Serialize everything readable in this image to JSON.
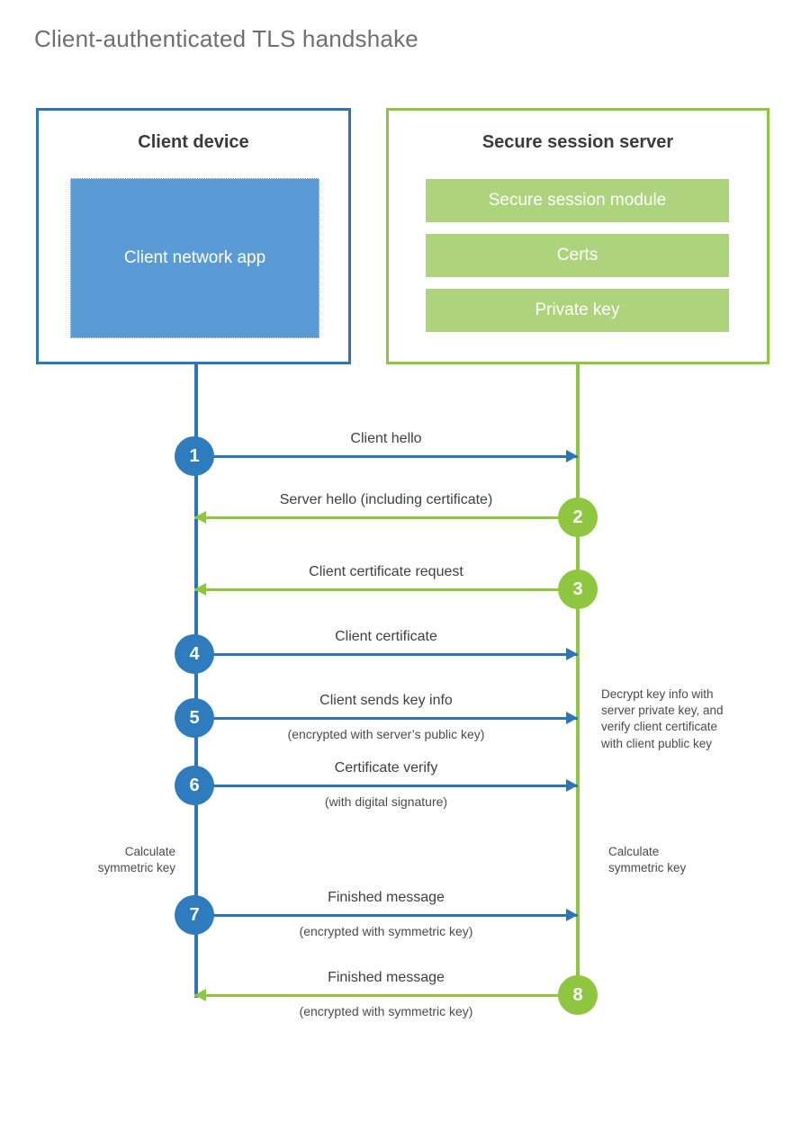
{
  "title": "Client-authenticated TLS handshake",
  "colors": {
    "client_accent": "#2E75B6",
    "client_badge": "#2E7CBE",
    "client_app_fill": "#5B9BD5",
    "server_accent": "#8FC63F",
    "server_bar_fill": "#ADD47C",
    "text": "#404040",
    "title_text": "#6F6F6F",
    "background": "#FFFFFF"
  },
  "client": {
    "title": "Client device",
    "app_label": "Client network app",
    "calculate_note": "Calculate\nsymmetric key",
    "calculate_note_lines": [
      "Calculate",
      "symmetric key"
    ]
  },
  "server": {
    "title": "Secure session server",
    "components": [
      {
        "label": "Secure session module"
      },
      {
        "label": "Certs"
      },
      {
        "label": "Private key"
      }
    ],
    "decrypt_note_lines": [
      "Decrypt key info with",
      "server private key, and",
      "verify client certificate",
      "with client public key"
    ],
    "calculate_note_lines": [
      "Calculate",
      "symmetric key"
    ]
  },
  "messages": [
    {
      "step": "1",
      "label": "Client hello",
      "sublabel": "",
      "direction": "to-server",
      "badge_color": "blue",
      "badge_side": "client"
    },
    {
      "step": "2",
      "label": "Server hello (including certificate)",
      "sublabel": "",
      "direction": "to-client",
      "badge_color": "green",
      "badge_side": "server"
    },
    {
      "step": "3",
      "label": "Client certificate request",
      "sublabel": "",
      "direction": "to-client",
      "badge_color": "green",
      "badge_side": "server"
    },
    {
      "step": "4",
      "label": "Client certificate",
      "sublabel": "",
      "direction": "to-server",
      "badge_color": "blue",
      "badge_side": "client"
    },
    {
      "step": "5",
      "label": "Client sends key info",
      "sublabel": "(encrypted with server’s public key)",
      "direction": "to-server",
      "badge_color": "blue",
      "badge_side": "client"
    },
    {
      "step": "6",
      "label": "Certificate verify",
      "sublabel": "(with digital signature)",
      "direction": "to-server",
      "badge_color": "blue",
      "badge_side": "client"
    },
    {
      "step": "7",
      "label": "Finished message",
      "sublabel": "(encrypted with symmetric key)",
      "direction": "to-server",
      "badge_color": "blue",
      "badge_side": "client"
    },
    {
      "step": "8",
      "label": "Finished message",
      "sublabel": "(encrypted with symmetric key)",
      "direction": "to-client",
      "badge_color": "green",
      "badge_side": "server"
    }
  ]
}
